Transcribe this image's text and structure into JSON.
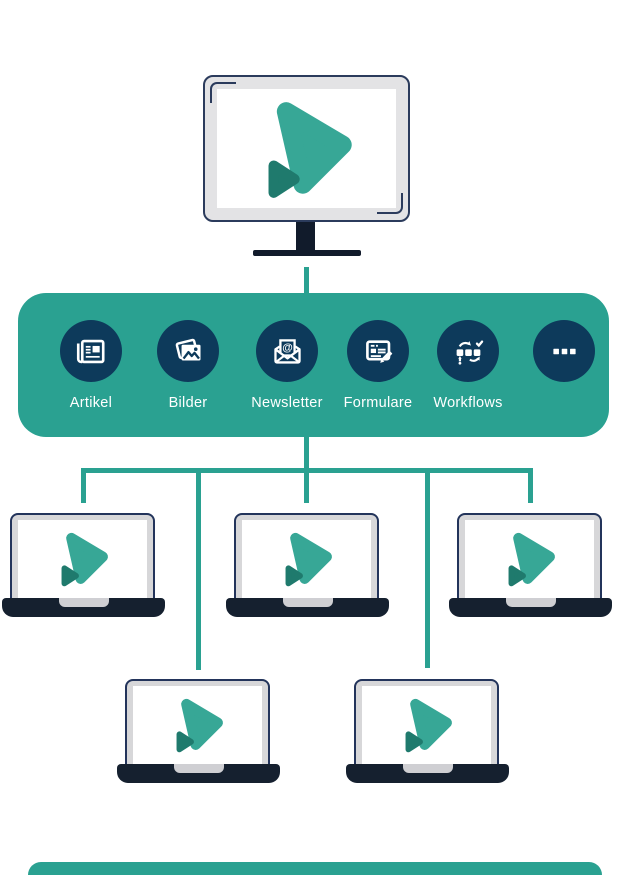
{
  "band": {
    "items": [
      {
        "label": "Artikel",
        "icon": "newspaper-icon"
      },
      {
        "label": "Bilder",
        "icon": "images-icon"
      },
      {
        "label": "Newsletter",
        "icon": "envelope-at-icon",
        "at_glyph": "@"
      },
      {
        "label": "Formulare",
        "icon": "form-pencil-icon"
      },
      {
        "label": "Workflows",
        "icon": "workflow-icon"
      },
      {
        "label": "",
        "icon": "ellipsis-icon"
      }
    ]
  },
  "devices": {
    "monitor_count": 1,
    "laptop_count": 5
  },
  "colors": {
    "band_teal": "#2aa191",
    "connector_teal": "#2aa191",
    "circle_navy": "#0d3a5b",
    "device_dark_navy": "#15202f",
    "device_outline_navy": "#2b3b5c",
    "monitor_bezel_gray": "#e3e3e5",
    "laptop_bezel_gray": "#d7d7d9",
    "logo_teal": "#37a796",
    "logo_dark_teal": "#1f7a6d",
    "label_white": "#ffffff",
    "background": "#ffffff"
  }
}
